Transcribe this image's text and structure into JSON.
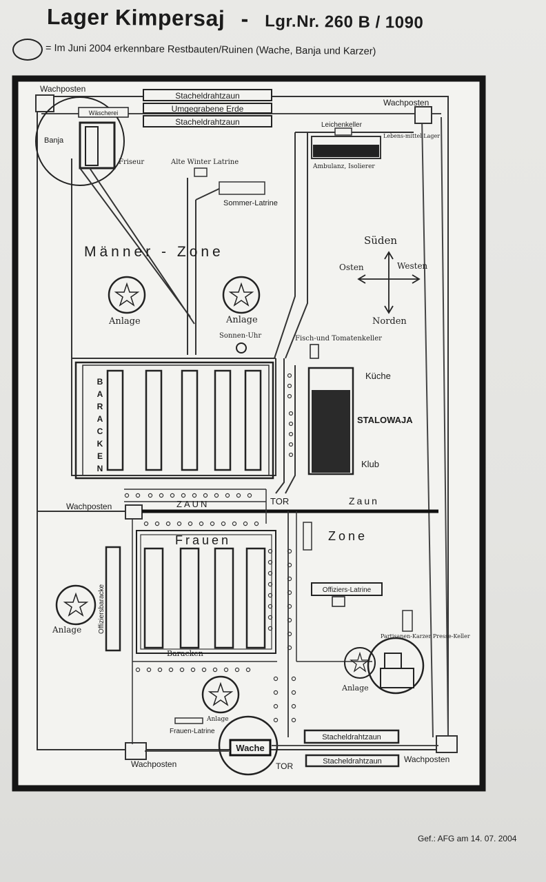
{
  "title": {
    "main": "Lager Kimpersaj",
    "sep": "-",
    "lgr": "Lgr.Nr.  260 B / 1090"
  },
  "legend": {
    "text": "= Im Juni 2004 erkennbare Restbauten/Ruinen  (Wache, Banja und Karzer)"
  },
  "footer": "Gef.: AFG  am 14. 07. 2004",
  "labels": {
    "wachposten": "Wachposten",
    "stacheldrahtzaun": "Stacheldrahtzaun",
    "umgegrabene_erde": "Umgegrabene Erde",
    "waescherei": "Wäscherei",
    "banja": "Banja",
    "friseur": "Friseur",
    "alte_winter_latrine": "Alte Winter Latrine",
    "sommer_latrine": "Sommer-Latrine",
    "leichenkeller": "Leichenkeller",
    "lebensmittel_lager": "Lebens-mittel Lager",
    "ambulanz": "Ambulanz, Isolierer",
    "maenner_zone": "Männer  -  Zone",
    "sueden": "Süden",
    "osten": "Osten",
    "westen": "Westen",
    "norden": "Norden",
    "anlage": "Anlage",
    "sonnen_uhr": "Sonnen-Uhr",
    "keller_fisch": "Fisch-und Tomatenkeller",
    "kueche": "Küche",
    "stalowaja": "STALOWAJA",
    "klub": "Klub",
    "baracken_vertical": [
      "B",
      "A",
      "R",
      "A",
      "C",
      "K",
      "E",
      "N"
    ],
    "zaun": "ZAUN",
    "zaun2": "Zaun",
    "tor": "TOR",
    "frauen": "Frauen",
    "zone": "Zone",
    "offiziers_latrine": "Offiziers-Latrine",
    "offiziersbaracke": "Offiziersbaracke",
    "baracken": "Baracken",
    "karzer": "Partisanen-Karzer Presse-Keller",
    "frauen_latrine": "Frauen-Latrine",
    "wache": "Wache",
    "anlage_small": "Anlage"
  }
}
